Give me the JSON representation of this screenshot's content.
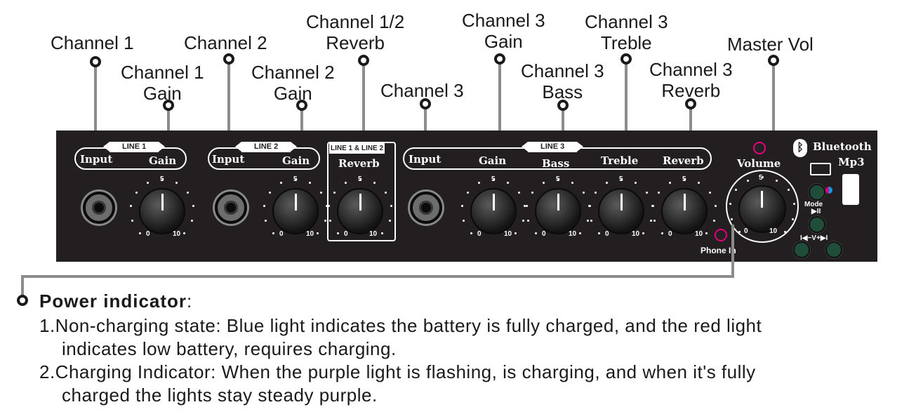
{
  "callouts": {
    "channel1": "Channel 1",
    "channel1_gain": [
      "Channel 1",
      "Gain"
    ],
    "channel2": "Channel 2",
    "channel2_gain": [
      "Channel 2",
      "Gain"
    ],
    "channel12_reverb": [
      "Channel 1/2",
      "Reverb"
    ],
    "channel3": "Channel 3",
    "channel3_gain": [
      "Channel 3",
      "Gain"
    ],
    "channel3_bass": [
      "Channel 3",
      "Bass"
    ],
    "channel3_treble": [
      "Channel 3",
      "Treble"
    ],
    "channel3_reverb": [
      "Channel 3",
      "Reverb"
    ],
    "master_vol": "Master Vol"
  },
  "panel": {
    "line1_tag": "LINE 1",
    "line2_tag": "LINE 2",
    "line12_tag": "LINE 1 & LINE 2",
    "line3_tag": "LINE 3",
    "input": "Input",
    "gain": "Gain",
    "reverb": "Reverb",
    "bass": "Bass",
    "treble": "Treble",
    "volume": "Volume",
    "bluetooth": "Bluetooth",
    "mp3": "Mp3",
    "mode": "Mode",
    "vol_buttons": "I◀−V+▶I",
    "phone_in": "Phone In",
    "scale_min": "0",
    "scale_mid": "5",
    "scale_max": "10"
  },
  "power": {
    "title": "Power indicator",
    "colon": ":",
    "line1a": "1.Non-charging state: Blue light indicates the battery is fully charged, and the red light",
    "line1b": "indicates low battery, requires charging.",
    "line2a": "2.Charging Indicator: When the purple light is flashing,  is charging, and when it's fully",
    "line2b": "charged the lights stay steady purple."
  },
  "colors": {
    "panel": "#231f20",
    "leader": "#8c8c8c",
    "led_ring": "#e6007e",
    "button": "#1f4d3a"
  }
}
